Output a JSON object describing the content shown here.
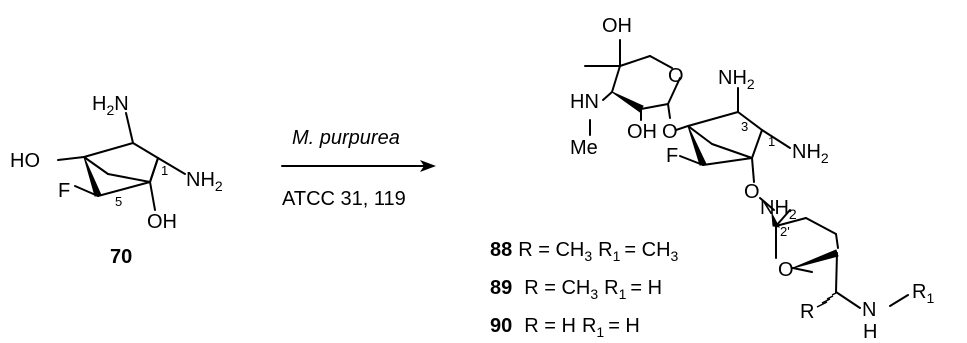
{
  "reaction": {
    "reagent": "M. purpurea",
    "conditions": "ATCC 31, 119"
  },
  "starting_material": {
    "compound_number": "70",
    "labels": {
      "amine_top": "H",
      "amine_top_sub": "2",
      "amine_top_n": "N",
      "hydroxyl_left": "HO",
      "fluoro": "F",
      "amine_right": "NH",
      "amine_right_sub": "2",
      "hydroxyl_bottom": "OH",
      "locant_1": "1",
      "locant_5": "5"
    }
  },
  "product": {
    "labels": {
      "oh_top": "OH",
      "ring_o_top": "O",
      "hn": "HN",
      "me": "Me",
      "oh_mid": "OH",
      "glyco_o_left": "O",
      "nh2_top": "NH",
      "nh2_top_sub": "2",
      "locant_3": "3",
      "fluoro": "F",
      "locant_1": "1",
      "nh2_right": "NH",
      "nh2_right_sub": "2",
      "glyco_o_bottom": "O",
      "nh2_mid": "NH",
      "nh2_mid_sub": "2",
      "locant_2p": "2'",
      "ring_o_bottom": "O",
      "r": "R",
      "n": "N",
      "h": "H",
      "r1": "R",
      "r1_sub": "1"
    },
    "variants": [
      {
        "number": "88",
        "r_text": "R = CH",
        "r_sub": "3",
        "r1_text": "R",
        "r1_sub": "1",
        "r1_val": "= CH",
        "r1_val_sub": "3"
      },
      {
        "number": "89",
        "r_text": "R = CH",
        "r_sub": "3",
        "r1_text": "R",
        "r1_sub": "1",
        "r1_val": "= H",
        "r1_val_sub": ""
      },
      {
        "number": "90",
        "r_text": "R = H",
        "r_sub": "",
        "r1_text": "R",
        "r1_sub": "1",
        "r1_val": "= H",
        "r1_val_sub": ""
      }
    ]
  }
}
